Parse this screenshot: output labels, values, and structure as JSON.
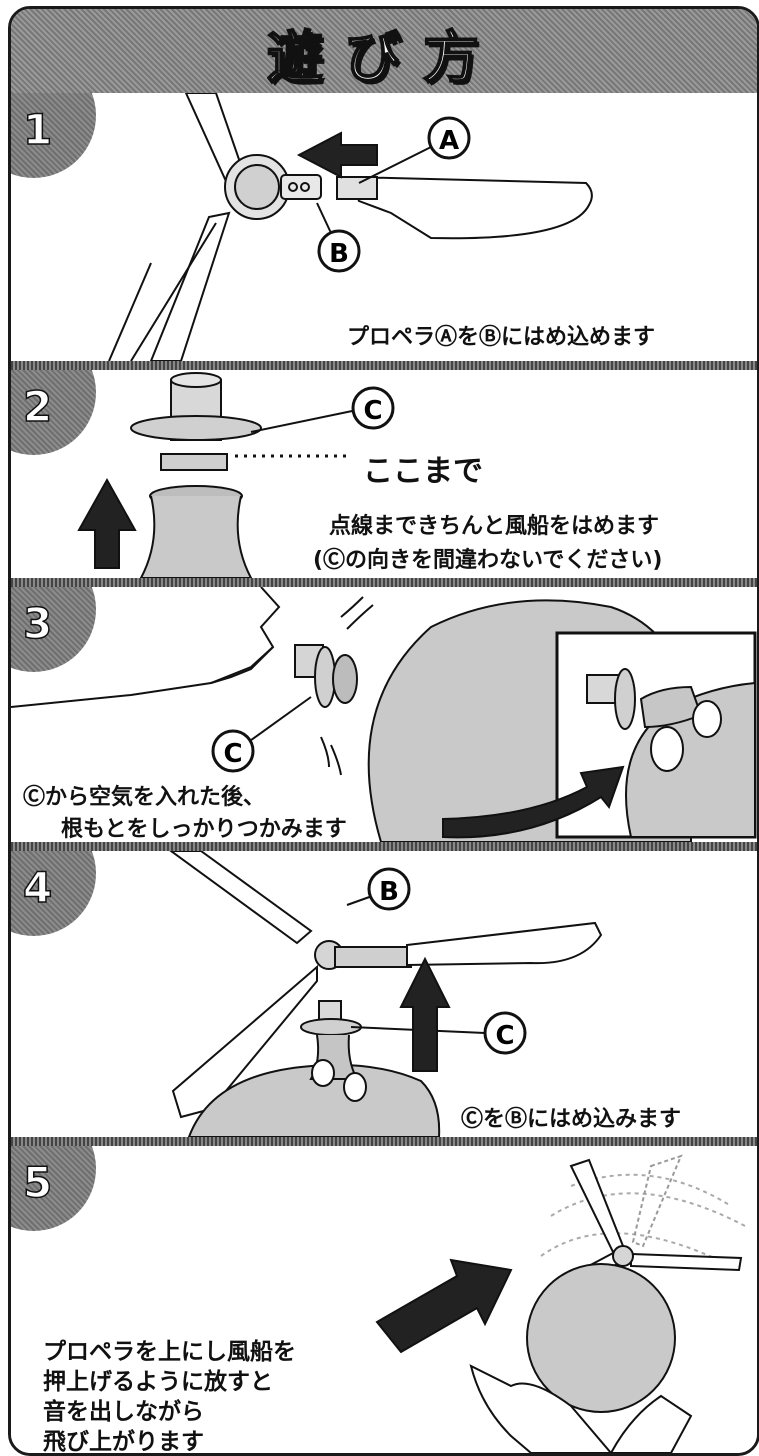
{
  "title": "遊び方",
  "steps": [
    {
      "number": "1",
      "caption": "プロペラⒶをⒷにはめ込めます",
      "labels": {
        "a": "A",
        "b": "B"
      }
    },
    {
      "number": "2",
      "caption_top": "ここまで",
      "caption_line1": "点線まできちんと風船をはめます",
      "caption_line2": "(Ⓒの向きを間違わないでください)",
      "labels": {
        "c": "C"
      }
    },
    {
      "number": "3",
      "caption_line1": "Ⓒから空気を入れた後、",
      "caption_line2": "根もとをしっかりつかみます",
      "labels": {
        "c": "C"
      }
    },
    {
      "number": "4",
      "caption": "ⒸをⒷにはめ込みます",
      "labels": {
        "b": "B",
        "c": "C"
      }
    },
    {
      "number": "5",
      "caption_line1": "プロペラを上にし風船を",
      "caption_line2": "押上げるように放すと",
      "caption_line3": "音を出しながら",
      "caption_line4": "飛び上がります"
    }
  ],
  "colors": {
    "ink": "#111111",
    "balloon": "#c9c9c9",
    "tab": "#7d7d7d"
  }
}
